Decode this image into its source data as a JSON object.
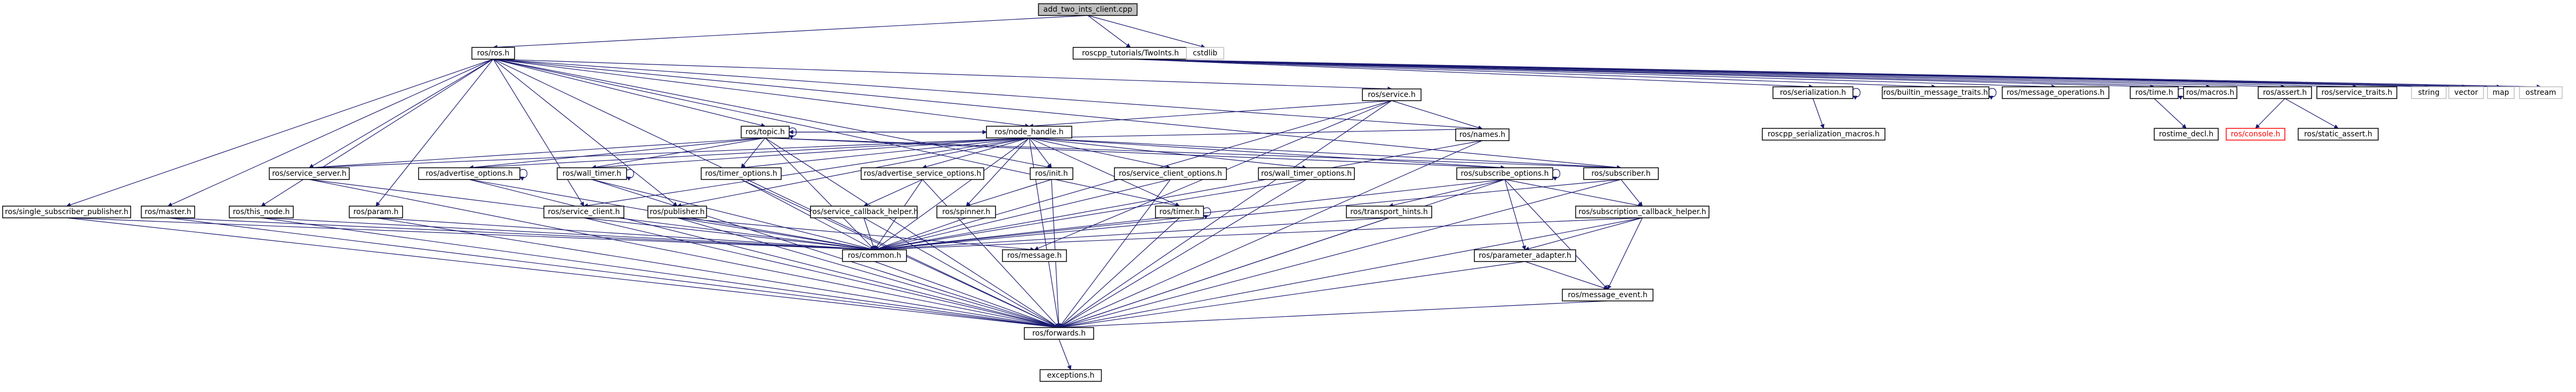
{
  "colors": {
    "edge": "#191970",
    "node_border": "#000000",
    "root_fill": "#bfbfbf",
    "missing_border": "#bfbfbf",
    "red_node": "#ff0000"
  },
  "nodes": [
    {
      "id": "root",
      "label": "add_two_ints_client.cpp",
      "style": "root"
    },
    {
      "id": "ros_ros",
      "label": "ros/ros.h"
    },
    {
      "id": "tut",
      "label": "roscpp_tutorials/TwoInts.h"
    },
    {
      "id": "cstdlib",
      "label": "cstdlib",
      "style": "missing"
    },
    {
      "id": "service",
      "label": "ros/service.h"
    },
    {
      "id": "topic",
      "label": "ros/topic.h"
    },
    {
      "id": "node_handle",
      "label": "ros/node_handle.h"
    },
    {
      "id": "names",
      "label": "ros/names.h"
    },
    {
      "id": "service_server",
      "label": "ros/service_server.h"
    },
    {
      "id": "advertise_options",
      "label": "ros/advertise_options.h"
    },
    {
      "id": "wall_timer",
      "label": "ros/wall_timer.h"
    },
    {
      "id": "timer_options",
      "label": "ros/timer_options.h"
    },
    {
      "id": "advertise_service_options",
      "label": "ros/advertise_service_options.h"
    },
    {
      "id": "init",
      "label": "ros/init.h"
    },
    {
      "id": "service_client_options",
      "label": "ros/service_client_options.h"
    },
    {
      "id": "wall_timer_options",
      "label": "ros/wall_timer_options.h"
    },
    {
      "id": "subscribe_options",
      "label": "ros/subscribe_options.h"
    },
    {
      "id": "subscriber",
      "label": "ros/subscriber.h"
    },
    {
      "id": "single_sub_pub",
      "label": "ros/single_subscriber_publisher.h"
    },
    {
      "id": "master",
      "label": "ros/master.h"
    },
    {
      "id": "this_node",
      "label": "ros/this_node.h"
    },
    {
      "id": "param",
      "label": "ros/param.h"
    },
    {
      "id": "service_client",
      "label": "ros/service_client.h"
    },
    {
      "id": "publisher",
      "label": "ros/publisher.h"
    },
    {
      "id": "service_callback_helper",
      "label": "ros/service_callback_helper.h"
    },
    {
      "id": "spinner",
      "label": "ros/spinner.h"
    },
    {
      "id": "timer",
      "label": "ros/timer.h"
    },
    {
      "id": "transport_hints",
      "label": "ros/transport_hints.h"
    },
    {
      "id": "sub_cb_helper",
      "label": "ros/subscription_callback_helper.h"
    },
    {
      "id": "common",
      "label": "ros/common.h"
    },
    {
      "id": "message",
      "label": "ros/message.h"
    },
    {
      "id": "parameter_adapter",
      "label": "ros/parameter_adapter.h"
    },
    {
      "id": "message_event",
      "label": "ros/message_event.h"
    },
    {
      "id": "forwards",
      "label": "ros/forwards.h"
    },
    {
      "id": "exceptions",
      "label": "exceptions.h"
    },
    {
      "id": "serialization",
      "label": "ros/serialization.h"
    },
    {
      "id": "builtin_traits",
      "label": "ros/builtin_message_traits.h"
    },
    {
      "id": "message_ops",
      "label": "ros/message_operations.h"
    },
    {
      "id": "time",
      "label": "ros/time.h"
    },
    {
      "id": "macros",
      "label": "ros/macros.h"
    },
    {
      "id": "assert",
      "label": "ros/assert.h"
    },
    {
      "id": "service_traits",
      "label": "ros/service_traits.h"
    },
    {
      "id": "string",
      "label": "string",
      "style": "missing"
    },
    {
      "id": "vector",
      "label": "vector",
      "style": "missing"
    },
    {
      "id": "map",
      "label": "map",
      "style": "missing"
    },
    {
      "id": "ostream",
      "label": "ostream",
      "style": "missing"
    },
    {
      "id": "ser_macros",
      "label": "roscpp_serialization_macros.h"
    },
    {
      "id": "time_decl",
      "label": "rostime_decl.h"
    },
    {
      "id": "console",
      "label": "ros/console.h",
      "style": "red"
    },
    {
      "id": "static_assert",
      "label": "ros/static_assert.h"
    }
  ],
  "edges": [
    [
      "root",
      "ros_ros"
    ],
    [
      "root",
      "tut"
    ],
    [
      "root",
      "cstdlib"
    ],
    [
      "ros_ros",
      "service"
    ],
    [
      "ros_ros",
      "topic"
    ],
    [
      "ros_ros",
      "node_handle"
    ],
    [
      "ros_ros",
      "names"
    ],
    [
      "ros_ros",
      "service_server"
    ],
    [
      "ros_ros",
      "subscriber"
    ],
    [
      "ros_ros",
      "single_sub_pub"
    ],
    [
      "ros_ros",
      "master"
    ],
    [
      "ros_ros",
      "this_node"
    ],
    [
      "ros_ros",
      "param"
    ],
    [
      "ros_ros",
      "publisher"
    ],
    [
      "ros_ros",
      "service_client"
    ],
    [
      "ros_ros",
      "init"
    ],
    [
      "ros_ros",
      "timer"
    ],
    [
      "ros_ros",
      "forwards"
    ],
    [
      "service",
      "node_handle"
    ],
    [
      "service",
      "names"
    ],
    [
      "service",
      "common"
    ],
    [
      "service",
      "forwards"
    ],
    [
      "service",
      "message"
    ],
    [
      "topic",
      "topic"
    ],
    [
      "topic",
      "node_handle"
    ],
    [
      "topic",
      "subscribe_options"
    ],
    [
      "topic",
      "service_server"
    ],
    [
      "topic",
      "subscriber"
    ],
    [
      "topic",
      "wall_timer"
    ],
    [
      "topic",
      "common"
    ],
    [
      "topic",
      "forwards"
    ],
    [
      "topic",
      "advertise_options"
    ],
    [
      "topic",
      "timer_options"
    ],
    [
      "node_handle",
      "service_server"
    ],
    [
      "node_handle",
      "advertise_options"
    ],
    [
      "node_handle",
      "wall_timer"
    ],
    [
      "node_handle",
      "timer_options"
    ],
    [
      "node_handle",
      "advertise_service_options"
    ],
    [
      "node_handle",
      "init"
    ],
    [
      "node_handle",
      "service_client_options"
    ],
    [
      "node_handle",
      "wall_timer_options"
    ],
    [
      "node_handle",
      "subscribe_options"
    ],
    [
      "node_handle",
      "subscriber"
    ],
    [
      "node_handle",
      "names"
    ],
    [
      "node_handle",
      "service_client"
    ],
    [
      "node_handle",
      "publisher"
    ],
    [
      "node_handle",
      "spinner"
    ],
    [
      "node_handle",
      "timer"
    ],
    [
      "node_handle",
      "forwards"
    ],
    [
      "node_handle",
      "common"
    ],
    [
      "node_handle",
      "topic"
    ],
    [
      "names",
      "common"
    ],
    [
      "names",
      "forwards"
    ],
    [
      "service_server",
      "common"
    ],
    [
      "service_server",
      "forwards"
    ],
    [
      "advertise_options",
      "advertise_options"
    ],
    [
      "advertise_options",
      "common"
    ],
    [
      "advertise_options",
      "forwards"
    ],
    [
      "wall_timer",
      "wall_timer"
    ],
    [
      "wall_timer",
      "common"
    ],
    [
      "wall_timer",
      "forwards"
    ],
    [
      "timer_options",
      "common"
    ],
    [
      "timer_options",
      "forwards"
    ],
    [
      "advertise_service_options",
      "service_callback_helper"
    ],
    [
      "advertise_service_options",
      "common"
    ],
    [
      "advertise_service_options",
      "forwards"
    ],
    [
      "init",
      "spinner"
    ],
    [
      "init",
      "forwards"
    ],
    [
      "service_client_options",
      "common"
    ],
    [
      "service_client_options",
      "forwards"
    ],
    [
      "wall_timer_options",
      "common"
    ],
    [
      "wall_timer_options",
      "forwards"
    ],
    [
      "subscribe_options",
      "subscribe_options"
    ],
    [
      "subscribe_options",
      "transport_hints"
    ],
    [
      "subscribe_options",
      "sub_cb_helper"
    ],
    [
      "subscribe_options",
      "common"
    ],
    [
      "subscribe_options",
      "forwards"
    ],
    [
      "subscribe_options",
      "message_event"
    ],
    [
      "subscribe_options",
      "parameter_adapter"
    ],
    [
      "subscriber",
      "common"
    ],
    [
      "subscriber",
      "forwards"
    ],
    [
      "subscriber",
      "sub_cb_helper"
    ],
    [
      "single_sub_pub",
      "common"
    ],
    [
      "single_sub_pub",
      "forwards"
    ],
    [
      "master",
      "forwards"
    ],
    [
      "master",
      "common"
    ],
    [
      "this_node",
      "forwards"
    ],
    [
      "this_node",
      "common"
    ],
    [
      "param",
      "forwards"
    ],
    [
      "param",
      "common"
    ],
    [
      "service_client",
      "common"
    ],
    [
      "service_client",
      "forwards"
    ],
    [
      "publisher",
      "common"
    ],
    [
      "publisher",
      "message"
    ],
    [
      "publisher",
      "forwards"
    ],
    [
      "service_callback_helper",
      "common"
    ],
    [
      "service_callback_helper",
      "forwards"
    ],
    [
      "spinner",
      "common"
    ],
    [
      "timer",
      "timer"
    ],
    [
      "timer",
      "common"
    ],
    [
      "timer",
      "forwards"
    ],
    [
      "transport_hints",
      "common"
    ],
    [
      "transport_hints",
      "forwards"
    ],
    [
      "sub_cb_helper",
      "common"
    ],
    [
      "sub_cb_helper",
      "forwards"
    ],
    [
      "sub_cb_helper",
      "parameter_adapter"
    ],
    [
      "sub_cb_helper",
      "message_event"
    ],
    [
      "common",
      "forwards"
    ],
    [
      "parameter_adapter",
      "message_event"
    ],
    [
      "parameter_adapter",
      "forwards"
    ],
    [
      "message_event",
      "forwards"
    ],
    [
      "forwards",
      "exceptions"
    ],
    [
      "tut",
      "serialization"
    ],
    [
      "tut",
      "builtin_traits"
    ],
    [
      "tut",
      "message_ops"
    ],
    [
      "tut",
      "time"
    ],
    [
      "tut",
      "macros"
    ],
    [
      "tut",
      "assert"
    ],
    [
      "tut",
      "service_traits"
    ],
    [
      "tut",
      "string"
    ],
    [
      "tut",
      "vector"
    ],
    [
      "tut",
      "map"
    ],
    [
      "tut",
      "ostream"
    ],
    [
      "serialization",
      "serialization"
    ],
    [
      "serialization",
      "ser_macros"
    ],
    [
      "builtin_traits",
      "builtin_traits"
    ],
    [
      "time",
      "time"
    ],
    [
      "time",
      "time_decl"
    ],
    [
      "assert",
      "console"
    ],
    [
      "assert",
      "static_assert"
    ]
  ]
}
